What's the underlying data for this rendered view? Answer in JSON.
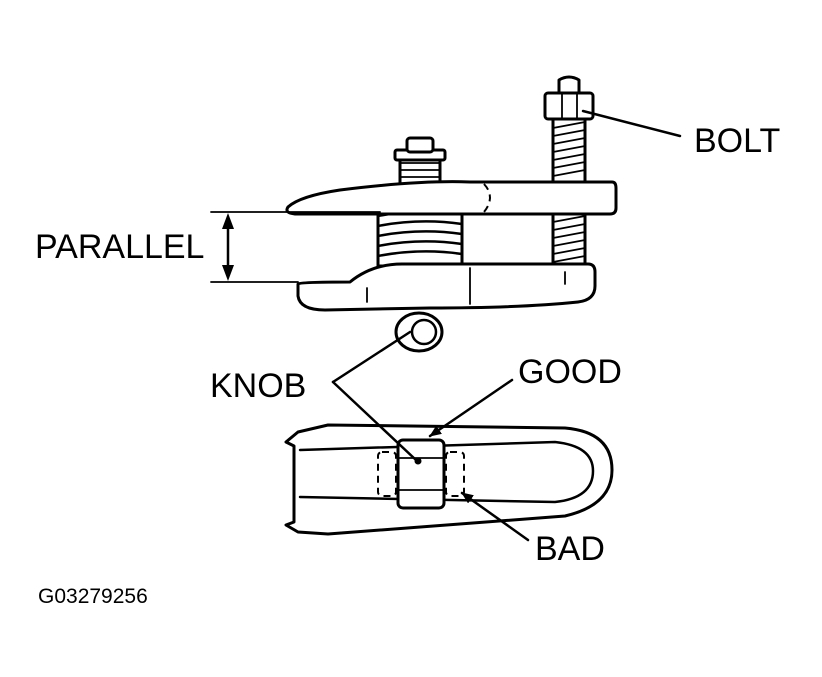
{
  "labels": {
    "bolt": "BOLT",
    "parallel": "PARALLEL",
    "knob": "KNOB",
    "good": "GOOD",
    "bad": "BAD"
  },
  "figure_code": "G03279256"
}
